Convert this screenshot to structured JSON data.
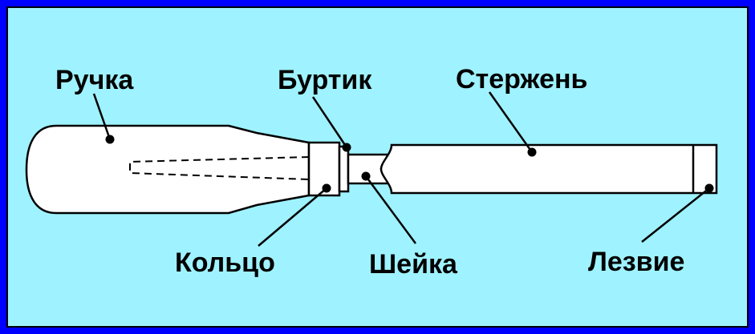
{
  "colors": {
    "border": "#0000ff",
    "background": "#9ff2ff",
    "tool_fill": "#ffffff",
    "stroke": "#000000"
  },
  "labels": {
    "handle": "Ручка",
    "collar": "Буртик",
    "shaft": "Стержень",
    "ring": "Кольцо",
    "neck": "Шейка",
    "blade": "Лезвие"
  }
}
